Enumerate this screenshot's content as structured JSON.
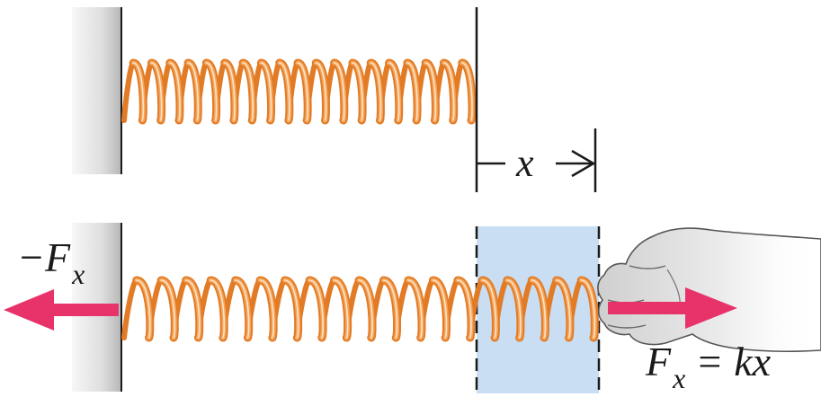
{
  "labels": {
    "displacement_var": "x",
    "restoring_sign": "−",
    "force_var": "F",
    "force_sub": "x",
    "applied_force_var": "F",
    "applied_force_sub": "x",
    "applied_equals": "=",
    "applied_rhs": "kx"
  },
  "colors": {
    "spring_dark": "#e27b25",
    "spring_mid": "#f4a45b",
    "spring_light": "#fde3c5",
    "arrow": "#e8336a",
    "wall_light": "#f6f6f6",
    "wall_dark": "#b8b8b8",
    "displacement_region": "#c9def2",
    "ink": "#1a1a1a"
  },
  "icons": {
    "hand": "hand-pulling-icon",
    "wall": "wall-icon"
  }
}
